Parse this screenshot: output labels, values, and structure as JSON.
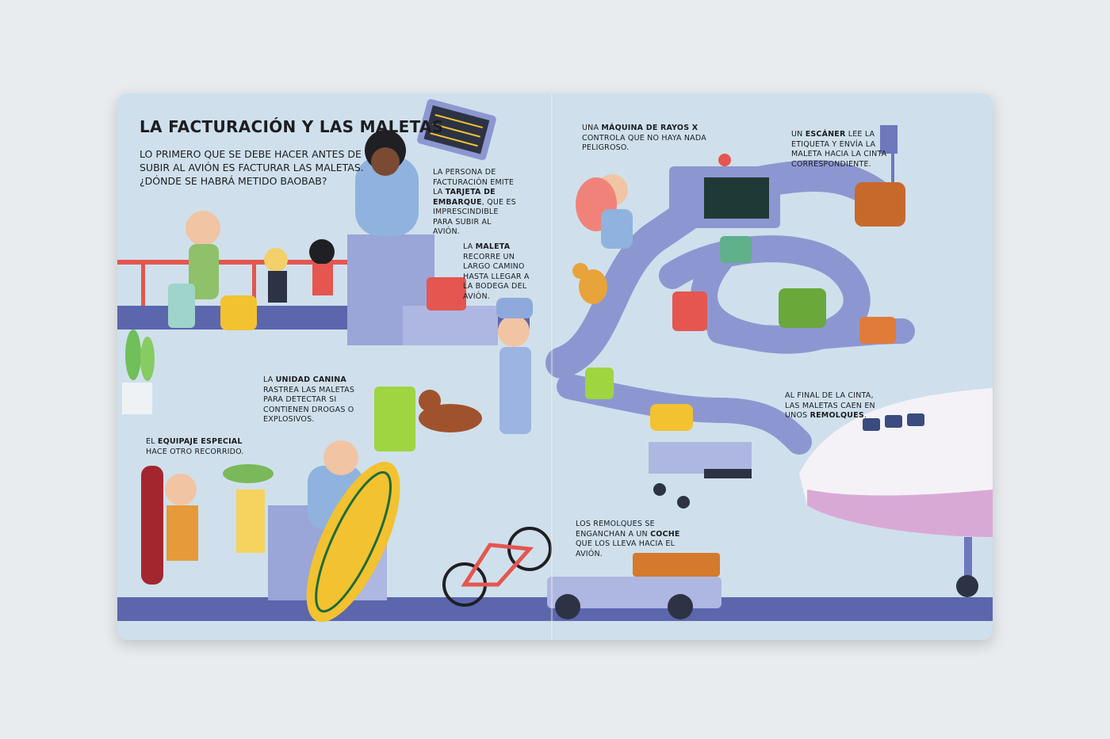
{
  "title": "LA FACTURACIÓN Y LAS MALETAS",
  "intro": "LO PRIMERO QUE SE DEBE HACER ANTES DE SUBIR AL AVIÓN ES FACTURAR LAS MALETAS. ¿DÓNDE SE HABRÁ METIDO BAOBAB?",
  "captions": {
    "checkin": {
      "a": "LA PERSONA DE FACTURACIÓN EMITE LA ",
      "b": "TARJETA DE EMBARQUE",
      "c": ", QUE ES IMPRESCINDIBLE PARA SUBIR AL AVIÓN."
    },
    "suitcase": {
      "a": "LA ",
      "b": "MALETA",
      "c": " RECORRE UN LARGO CAMINO HASTA LLEGAR A LA BODEGA DEL AVIÓN."
    },
    "canine": {
      "a": "LA ",
      "b": "UNIDAD CANINA",
      "c": " RASTREA LAS MALETAS PARA DETECTAR SI CONTIENEN DROGAS O EXPLOSIVOS."
    },
    "special": {
      "a": "EL ",
      "b": "EQUIPAJE ESPECIAL",
      "c": " HACE OTRO RECORRIDO."
    },
    "xray": {
      "a": "UNA ",
      "b": "MÁQUINA DE RAYOS X",
      "c": " CONTROLA QUE NO HAYA NADA PELIGROSO."
    },
    "scanner": {
      "a": "UN ",
      "b": "ESCÁNER",
      "c": " LEE LA ETIQUETA Y ENVÍA LA MALETA HACIA LA CINTA CORRESPONDIENTE."
    },
    "trailers": {
      "a": "AL FINAL DE LA CINTA, LAS MALETAS CAEN EN UNOS ",
      "b": "REMOLQUES",
      "c": "."
    },
    "car": {
      "a": "LOS REMOLQUES SE ENGANCHAN A UN ",
      "b": "COCHE",
      "c": " QUE LOS LLEVA HACIA EL AVIÓN."
    }
  },
  "colors": {
    "page": "#cfe0ec",
    "floor": "#5b66ad",
    "belt": "#8c97d1",
    "belt_dark": "#6d78bd",
    "plane": "#f4f2f7",
    "plane_belly": "#d9a9d6",
    "surfboard": "#f2c230"
  }
}
